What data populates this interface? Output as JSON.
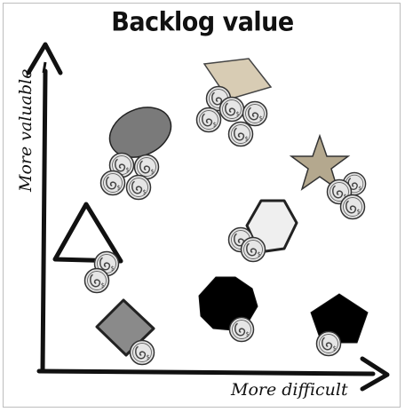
{
  "title": "Backlog value",
  "axes": {
    "y_label": "More valuable",
    "x_label": "More difficult"
  },
  "colors": {
    "ink": "#111111",
    "ellipse_gray": "#7a7a7a",
    "diamond_gray": "#8a8a8a",
    "hexagon_fill": "#efefef",
    "parallelogram_fill": "#d8ccb4",
    "star_fill": "#b4a88e",
    "coin_face": "#e6e6e6"
  },
  "shapes": [
    {
      "name": "ellipse",
      "fill": "gray",
      "coins": 4
    },
    {
      "name": "parallelogram",
      "fill": "beige",
      "coins": 5
    },
    {
      "name": "star",
      "fill": "tan",
      "coins": 3
    },
    {
      "name": "triangle",
      "fill": "white",
      "coins": 2
    },
    {
      "name": "hexagon",
      "fill": "light-gray",
      "coins": 2
    },
    {
      "name": "diamond",
      "fill": "gray",
      "coins": 1
    },
    {
      "name": "circle",
      "fill": "black",
      "coins": 1
    },
    {
      "name": "pentagon",
      "fill": "black",
      "coins": 1
    }
  ]
}
